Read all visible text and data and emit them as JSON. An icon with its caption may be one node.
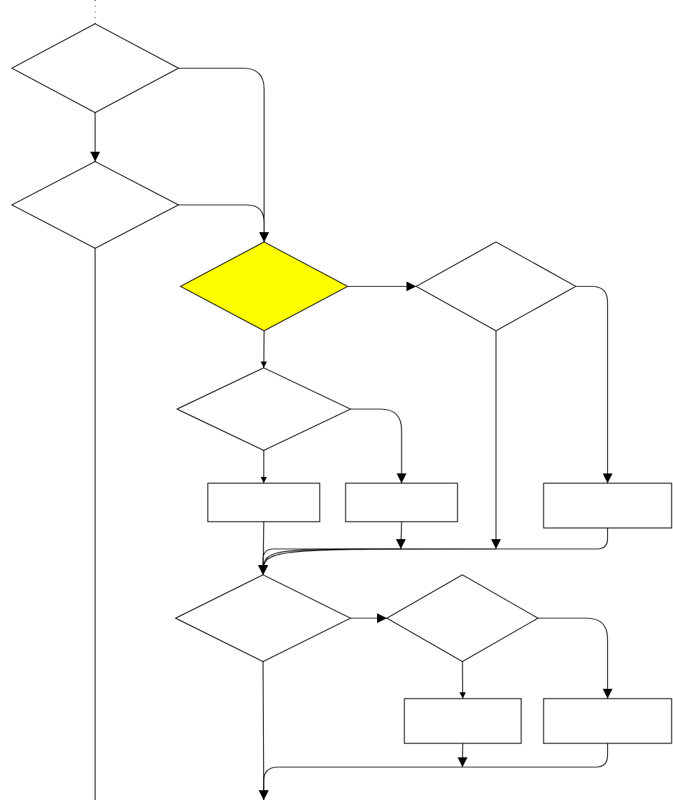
{
  "diagram": {
    "nodes": [
      {
        "text": [],
        "shape": "diamond"
      },
      {
        "text": [],
        "shape": "diamond"
      },
      {
        "text": [],
        "shape": "diamond"
      },
      {
        "text": [],
        "shape": "diamond"
      },
      {
        "text": [],
        "shape": "diamond"
      },
      {
        "text": [],
        "shape": "box"
      },
      {
        "text": [],
        "shape": "box"
      },
      {
        "text": [],
        "shape": "box"
      },
      {
        "text": [],
        "shape": "diamond"
      },
      {
        "text": [],
        "shape": "diamond"
      },
      {
        "text": [],
        "shape": "box"
      },
      {
        "text": [],
        "shape": "box"
      }
    ],
    "edges": [
      {
        "from": null,
        "to": 0,
        "arrow": "none",
        "style": "dashed"
      },
      {
        "from": 0,
        "to": 1,
        "arrow": "to"
      },
      {
        "from": 0,
        "to": 2,
        "arrow": "to"
      },
      {
        "from": 1,
        "to": 2,
        "arrow": "to"
      },
      {
        "from": 1,
        "to": null,
        "arrow": "none"
      },
      {
        "from": 2,
        "to": 3,
        "arrow": "to"
      },
      {
        "from": 2,
        "to": 4,
        "arrow": "to"
      },
      {
        "from": 3,
        "to": 7,
        "arrow": "to"
      },
      {
        "from": 3,
        "to": 8,
        "arrow": "to"
      },
      {
        "from": 4,
        "to": 6,
        "arrow": "to"
      },
      {
        "from": 4,
        "to": 5,
        "arrow": "to"
      },
      {
        "from": 5,
        "to": 8,
        "arrow": "to"
      },
      {
        "from": 6,
        "to": 8,
        "arrow": "to"
      },
      {
        "from": 7,
        "to": 8,
        "arrow": "to"
      },
      {
        "from": 8,
        "to": 9,
        "arrow": "to"
      },
      {
        "from": 8,
        "to": null,
        "arrow": "to"
      },
      {
        "from": 9,
        "to": 11,
        "arrow": "to"
      },
      {
        "from": 9,
        "to": 10,
        "arrow": "to"
      },
      {
        "from": 10,
        "to": null,
        "arrow": "to"
      },
      {
        "from": 11,
        "to": null,
        "arrow": "to"
      }
    ]
  }
}
